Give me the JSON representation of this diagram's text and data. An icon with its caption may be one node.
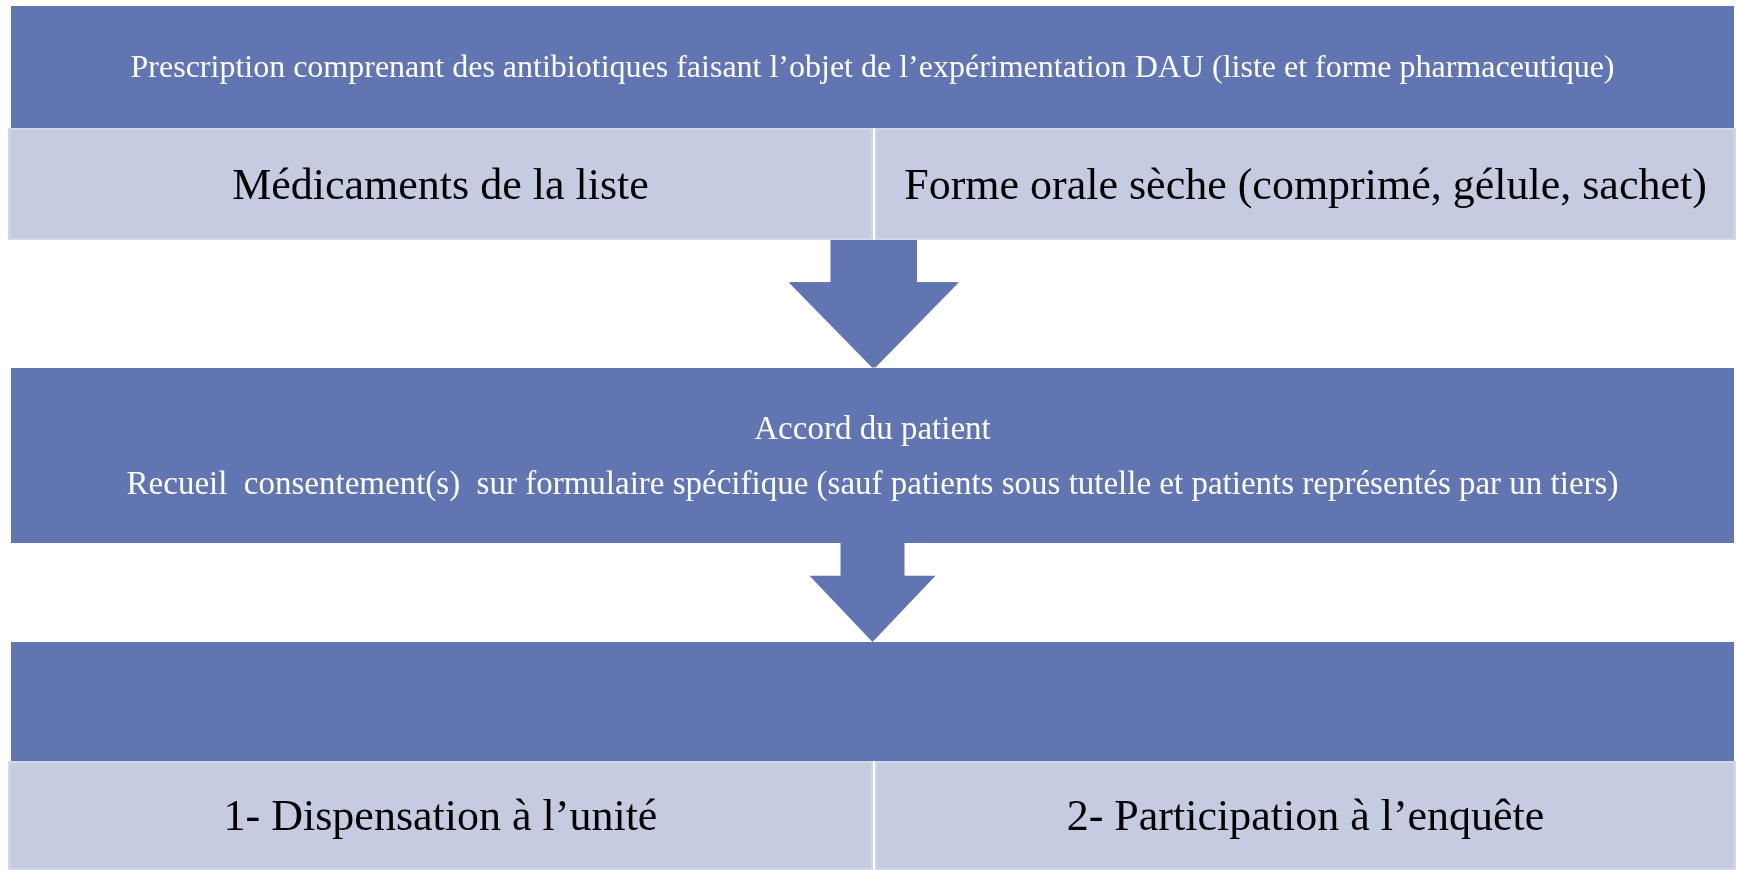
{
  "diagram": {
    "nodes": [
      {
        "text": [
          "Prescription comprenant des antibiotiques faisant l’objet de l’expérimentation DAU (liste et forme pharmaceutique)"
        ]
      },
      {
        "text": [
          "Médicaments de la liste"
        ]
      },
      {
        "text": [
          "Forme orale sèche (comprimé, gélule, sachet)"
        ]
      },
      {
        "text": [
          "Accord du patient",
          "Recueil  consentement(s)  sur formulaire spécifique (sauf patients sous tutelle et patients représentés par un tiers)"
        ]
      },
      {
        "text": [],
        "shape": "box"
      },
      {
        "text": [
          "1- Dispensation à l’unité"
        ]
      },
      {
        "text": [
          "2- Participation à l’enquête"
        ]
      }
    ],
    "edges": [
      {
        "from": 1,
        "to": 3,
        "arrow": "to"
      },
      {
        "from": 2,
        "to": 3,
        "arrow": "to"
      },
      {
        "from": 3,
        "to": 4,
        "arrow": "to"
      }
    ]
  }
}
